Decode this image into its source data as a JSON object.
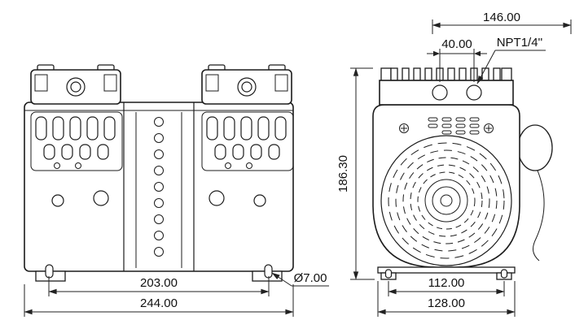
{
  "document": {
    "type": "technical-drawing",
    "subject": "Twin-piston oil-free vacuum pump, front and side orthographic views with dimensions (mm)"
  },
  "dims": {
    "side_overall_width": "146.00",
    "port_spacing": "40.00",
    "port_thread": "NPT1/4''",
    "overall_height": "186.30",
    "front_foot_span": "203.00",
    "foot_slot_diameter": "Ø7.00",
    "front_overall_width": "244.00",
    "side_foot_span": "112.00",
    "side_base_width": "128.00"
  },
  "colors": {
    "line": "#1c1c1c",
    "background": "#ffffff"
  }
}
